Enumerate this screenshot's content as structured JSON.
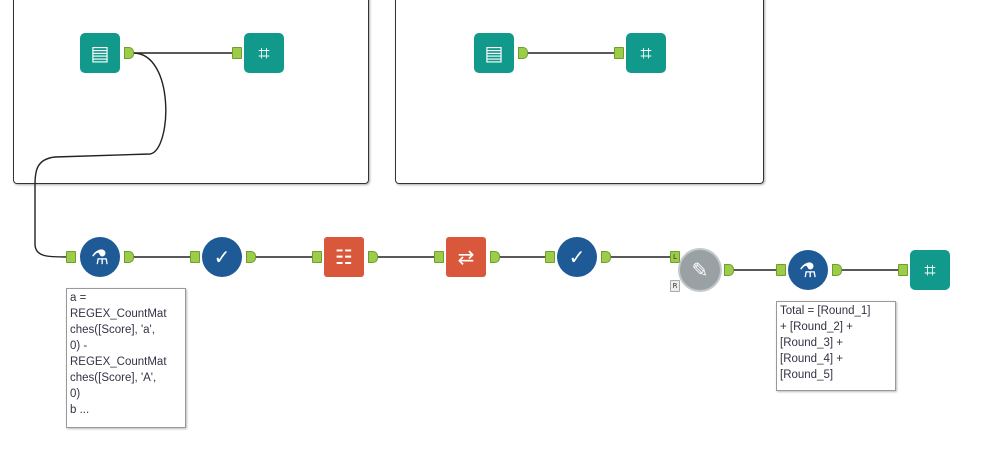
{
  "colors": {
    "input_output": "#11998b",
    "formula_select": "#1d5a96",
    "transform": "#d9583b",
    "join": "#9aa1a4",
    "anchor": "#9ccc4a"
  },
  "tools": [
    {
      "id": "input-1",
      "type": "input-data",
      "icon": "book-icon"
    },
    {
      "id": "browse-1",
      "type": "browse",
      "icon": "binoculars-icon"
    },
    {
      "id": "input-2",
      "type": "input-data",
      "icon": "book-icon"
    },
    {
      "id": "browse-2",
      "type": "browse",
      "icon": "binoculars-icon"
    },
    {
      "id": "formula-1",
      "type": "formula",
      "icon": "flask-icon"
    },
    {
      "id": "select-1",
      "type": "select",
      "icon": "check-icon"
    },
    {
      "id": "crosstab",
      "type": "cross-tab",
      "icon": "crosstab-icon"
    },
    {
      "id": "transpose",
      "type": "transpose",
      "icon": "transpose-icon"
    },
    {
      "id": "select-2",
      "type": "select",
      "icon": "check-icon"
    },
    {
      "id": "join",
      "type": "join",
      "icon": "pen-gear-icon"
    },
    {
      "id": "formula-2",
      "type": "formula",
      "icon": "flask-icon"
    },
    {
      "id": "browse-3",
      "type": "browse",
      "icon": "binoculars-icon"
    }
  ],
  "annotations": {
    "formula_1": "a =\nREGEX_CountMat\nches([Score], 'a',\n0) -\nREGEX_CountMat\nches([Score], 'A',\n0)\nb ...",
    "formula_2": "Total = [Round_1]\n+ [Round_2] +\n[Round_3] +\n[Round_4] +\n[Round_5]"
  },
  "join_anchors": {
    "left": "L",
    "right": "R"
  }
}
